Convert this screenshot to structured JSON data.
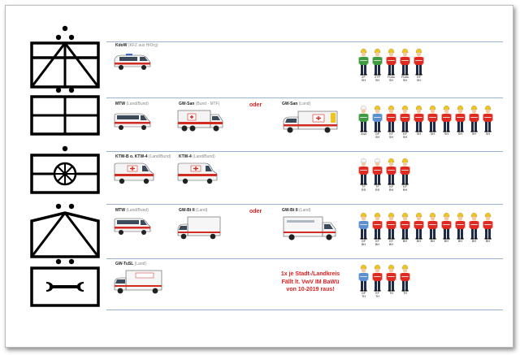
{
  "rows": [
    {
      "vehicles": [
        {
          "name": "KdoW",
          "sub": "(KFZ aus HiOrg)"
        }
      ],
      "oder": "",
      "persons": [
        {
          "label": "ZF\nSH",
          "helmet": "yellow",
          "vest": "green"
        },
        {
          "label": "ZTF\nSH",
          "helmet": "yellow",
          "vest": "green"
        },
        {
          "label": "FüAs\nSH",
          "helmet": "yellow",
          "vest": "red"
        },
        {
          "label": "FüAs\nSH",
          "helmet": "yellow",
          "vest": "red"
        },
        {
          "label": "KF\nSH",
          "helmet": "yellow",
          "vest": "red"
        }
      ]
    },
    {
      "vehicles": [
        {
          "name": "MTW",
          "sub": "(Land/Bund)"
        },
        {
          "name": "GW-San",
          "sub": "(Bund - MTF)"
        },
        {
          "name": "GW-San",
          "sub": "(Land)"
        }
      ],
      "oder": "oder",
      "persons": [
        {
          "label": "Arzt",
          "helmet": "white",
          "vest": "green"
        },
        {
          "label": "GF\nSH",
          "helmet": "yellow",
          "vest": "blue"
        },
        {
          "label": "KF\nSH",
          "helmet": "yellow",
          "vest": "red"
        },
        {
          "label": "KF\nSH",
          "helmet": "yellow",
          "vest": "red"
        },
        {
          "label": "SH",
          "helmet": "yellow",
          "vest": "red"
        },
        {
          "label": "SH",
          "helmet": "yellow",
          "vest": "red"
        },
        {
          "label": "SH",
          "helmet": "yellow",
          "vest": "red"
        },
        {
          "label": "SH",
          "helmet": "yellow",
          "vest": "red"
        },
        {
          "label": "SH",
          "helmet": "yellow",
          "vest": "red"
        },
        {
          "label": "SH",
          "helmet": "yellow",
          "vest": "red"
        }
      ]
    },
    {
      "vehicles": [
        {
          "name": "KTW-B o. KTW-4",
          "sub": "(Land/Bund)"
        },
        {
          "name": "KTW-4",
          "sub": "(Land/Bund)"
        }
      ],
      "oder": "",
      "persons": [
        {
          "label": "TF\nRS",
          "helmet": "white",
          "vest": "red"
        },
        {
          "label": "TF\nRS",
          "helmet": "white",
          "vest": "red"
        },
        {
          "label": "KF\nRH",
          "helmet": "yellow",
          "vest": "red"
        },
        {
          "label": "KF\nRH",
          "helmet": "yellow",
          "vest": "red"
        }
      ]
    },
    {
      "vehicles": [
        {
          "name": "MTW",
          "sub": "(Land/Bund)"
        },
        {
          "name": "GW-Bt II",
          "sub": "(Land)"
        },
        {
          "name": "GW-Bt II",
          "sub": "(Land)"
        }
      ],
      "oder": "oder",
      "persons": [
        {
          "label": "GF\nBH",
          "helmet": "yellow",
          "vest": "blue"
        },
        {
          "label": "KF\nBH",
          "helmet": "yellow",
          "vest": "red"
        },
        {
          "label": "KF\nBH",
          "helmet": "yellow",
          "vest": "red"
        },
        {
          "label": "BH",
          "helmet": "yellow",
          "vest": "red"
        },
        {
          "label": "BH",
          "helmet": "yellow",
          "vest": "red"
        },
        {
          "label": "BH",
          "helmet": "yellow",
          "vest": "red"
        },
        {
          "label": "BH",
          "helmet": "yellow",
          "vest": "red"
        },
        {
          "label": "BH",
          "helmet": "yellow",
          "vest": "red"
        },
        {
          "label": "BH",
          "helmet": "yellow",
          "vest": "red"
        },
        {
          "label": "BH",
          "helmet": "yellow",
          "vest": "red"
        }
      ]
    },
    {
      "vehicles": [
        {
          "name": "GW-TuSL",
          "sub": "(Land)"
        }
      ],
      "oder": "",
      "persons": [
        {
          "label": "GF\nTH",
          "helmet": "yellow",
          "vest": "blue"
        },
        {
          "label": "KF\nTH",
          "helmet": "yellow",
          "vest": "red"
        },
        {
          "label": "TH",
          "helmet": "yellow",
          "vest": "red"
        },
        {
          "label": "TH",
          "helmet": "yellow",
          "vest": "red"
        }
      ]
    }
  ],
  "note": [
    "1x je Stadt-/Landkreis",
    "Fällt lt. VwV IM BaWü",
    "von 10-2019 raus!"
  ],
  "colors": {
    "red": "#e02a1f",
    "green": "#3f9b3f",
    "blue": "#5b8fd0",
    "helmet_yellow": "#f0c419",
    "helmet_white": "#f4f4f4",
    "separator": "#9bb3d2",
    "accent_red": "#e02020"
  }
}
